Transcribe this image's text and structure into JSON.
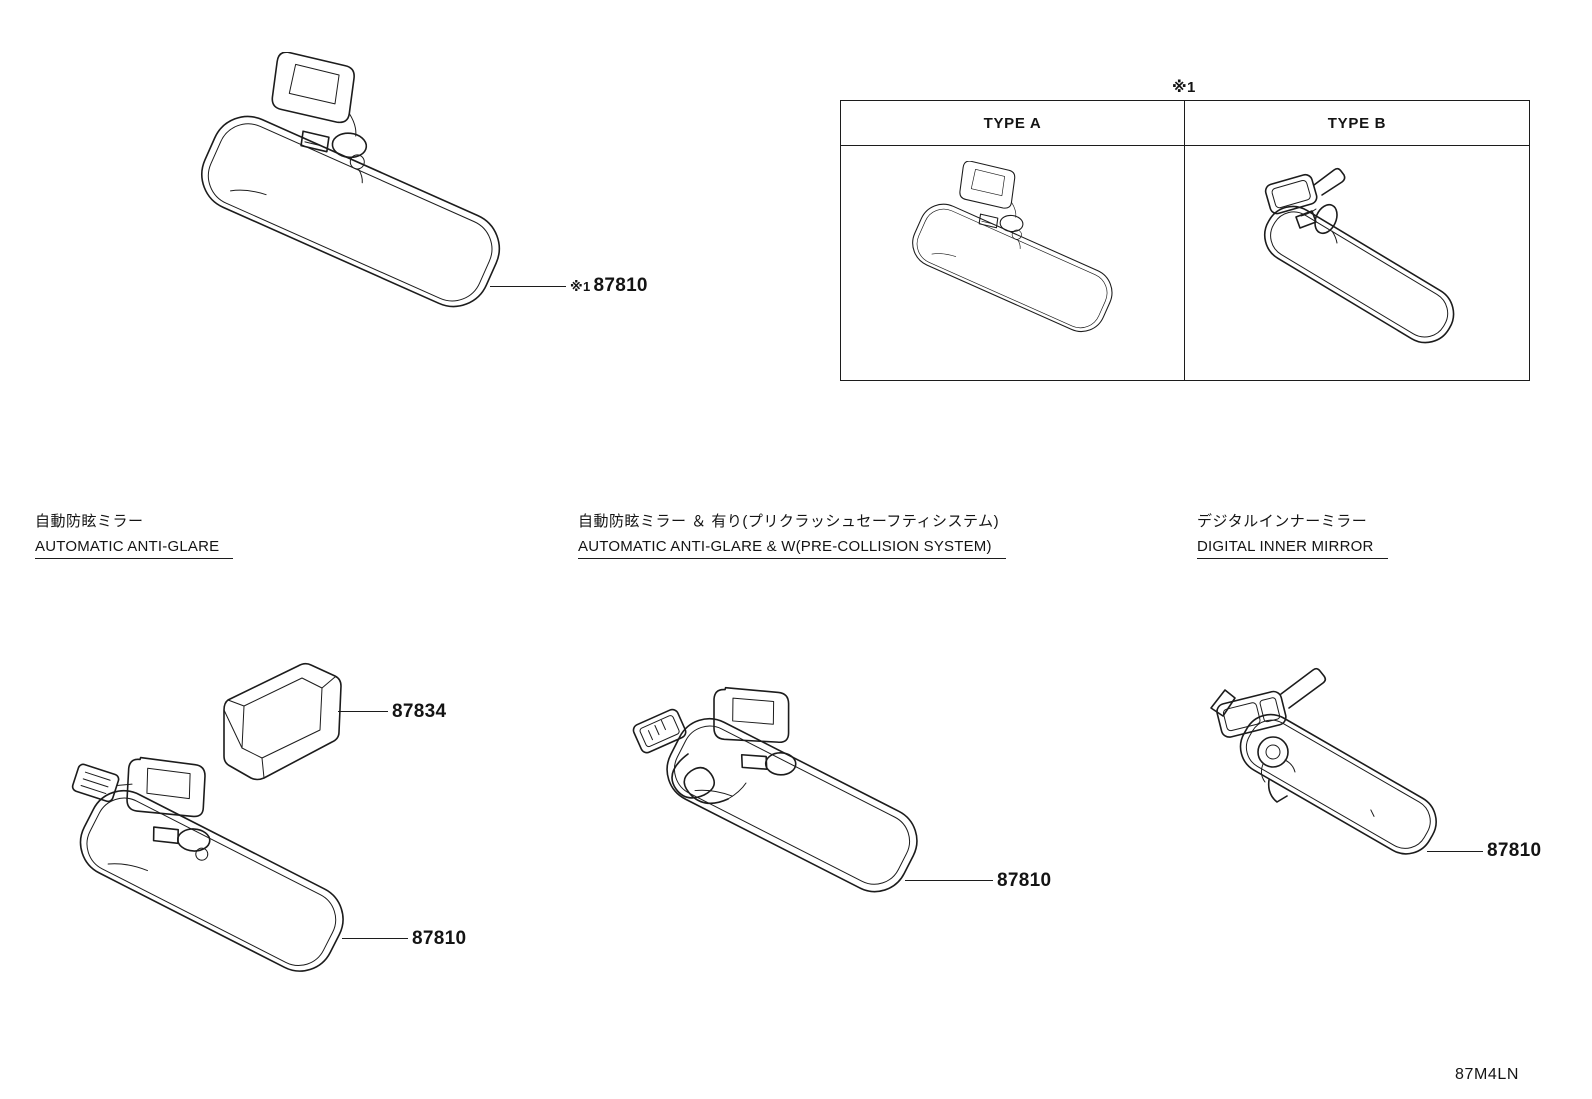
{
  "type_table": {
    "ref": "※1",
    "columns": [
      {
        "label": "TYPE A"
      },
      {
        "label": "TYPE B"
      }
    ]
  },
  "callouts": {
    "main": {
      "ref": "※1",
      "part": "87810"
    },
    "cover_bracket": {
      "part": "87834"
    },
    "antiglare": {
      "part": "87810"
    },
    "precollision": {
      "part": "87810"
    },
    "digital": {
      "part": "87810"
    }
  },
  "sections": {
    "antiglare": {
      "jp": "自動防眩ミラー",
      "en": "AUTOMATIC ANTI-GLARE"
    },
    "precollision": {
      "jp": "自動防眩ミラー ＆ 有り(プリクラッシュセーフティシステム)",
      "en": "AUTOMATIC ANTI-GLARE & W(PRE-COLLISION SYSTEM)"
    },
    "digital": {
      "jp": "デジタルインナーミラー",
      "en": "DIGITAL INNER MIRROR"
    }
  },
  "footer": {
    "code": "87M4LN"
  }
}
